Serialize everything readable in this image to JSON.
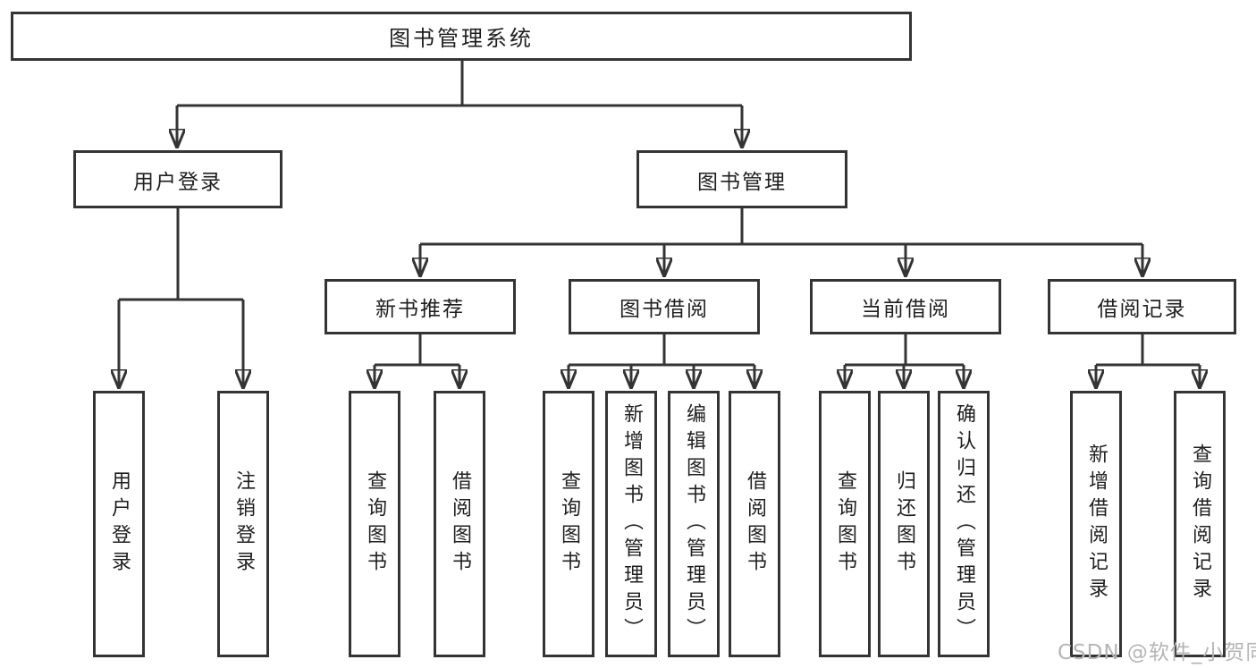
{
  "tree": {
    "root": {
      "label": "图书管理系统"
    },
    "level2": [
      {
        "label": "用户登录"
      },
      {
        "label": "图书管理"
      }
    ],
    "level3": [
      {
        "label": "新书推荐",
        "parent": "图书管理"
      },
      {
        "label": "图书借阅",
        "parent": "图书管理"
      },
      {
        "label": "当前借阅",
        "parent": "图书管理"
      },
      {
        "label": "借阅记录",
        "parent": "图书管理"
      }
    ],
    "leaves": [
      {
        "label": "用户登录",
        "parent": "用户登录"
      },
      {
        "label": "注销登录",
        "parent": "用户登录"
      },
      {
        "label": "查询图书",
        "parent": "新书推荐"
      },
      {
        "label": "借阅图书",
        "parent": "新书推荐"
      },
      {
        "label": "查询图书",
        "parent": "图书借阅"
      },
      {
        "label": "新增图书（管理员）",
        "parent": "图书借阅"
      },
      {
        "label": "编辑图书（管理员）",
        "parent": "图书借阅"
      },
      {
        "label": "借阅图书",
        "parent": "图书借阅"
      },
      {
        "label": "查询图书",
        "parent": "当前借阅"
      },
      {
        "label": "归还图书",
        "parent": "当前借阅"
      },
      {
        "label": "确认归还（管理员）",
        "parent": "当前借阅"
      },
      {
        "label": "新增借阅记录",
        "parent": "借阅记录"
      },
      {
        "label": "查询借阅记录",
        "parent": "借阅记录"
      }
    ]
  },
  "watermark": {
    "text": "CSDN @软件_小贺同学"
  },
  "colors": {
    "line_color": "#343434",
    "box_bg": "#ffffff",
    "text_color": "#1f1f1f",
    "watermark_color": "#b5b5b5"
  }
}
